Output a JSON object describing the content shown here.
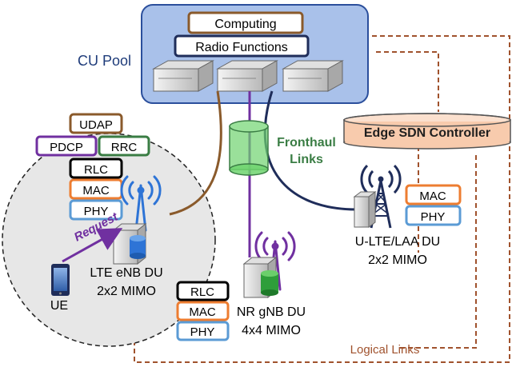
{
  "colors": {
    "cu_pool_fill": "#a9c1ea",
    "cu_pool_stroke": "#2b4f9c",
    "brown": "#8a5a2b",
    "purple": "#7030a0",
    "green": "#3a7d44",
    "orange": "#ed7d31",
    "blue": "#5b9bd5",
    "navy": "#1f2d5a",
    "dashed_link": "#a0522d",
    "fronthaul_green": "#6fd36f",
    "sdn_fill": "#f8cbad",
    "cell_fill": "#e7e7e7"
  },
  "cu_pool": {
    "label": "CU Pool",
    "computing": "Computing",
    "radio_functions": "Radio Functions"
  },
  "fronthaul": {
    "line1": "Fronthaul",
    "line2": "Links"
  },
  "sdn": {
    "label": "Edge SDN Controller"
  },
  "lte_stack": {
    "udap": "UDAP",
    "pdcp": "PDCP",
    "rrc": "RRC",
    "rlc": "RLC",
    "mac": "MAC",
    "phy": "PHY"
  },
  "lte_du": {
    "line1": "LTE eNB DU",
    "line2": "2x2 MIMO"
  },
  "request": "Request",
  "ue": "UE",
  "ulte_stack": {
    "mac": "MAC",
    "phy": "PHY"
  },
  "ulte_du": {
    "line1": "U-LTE/LAA DU",
    "line2": "2x2 MIMO"
  },
  "nr_stack": {
    "rlc": "RLC",
    "mac": "MAC",
    "phy": "PHY"
  },
  "nr_du": {
    "line1": "NR gNB DU",
    "line2": "4x4 MIMO"
  },
  "logical_links": "Logical Links"
}
